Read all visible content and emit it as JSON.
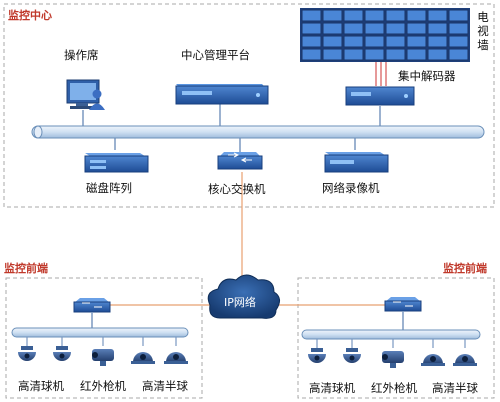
{
  "center": {
    "title": "监控中心",
    "operator_label": "操作席",
    "platform_label": "中心管理平台",
    "video_wall_chars": [
      "电",
      "视",
      "墙"
    ],
    "decoder_label": "集中解码器",
    "disk_label": "磁盘阵列",
    "core_switch_label": "核心交换机",
    "nvr_label": "网络录像机"
  },
  "network": {
    "cloud_label": "IP网络"
  },
  "front_left": {
    "title": "监控前端",
    "labels": [
      "高清球机",
      "红外枪机",
      "高清半球"
    ]
  },
  "front_right": {
    "title": "监控前端",
    "labels": [
      "高清球机",
      "红外枪机",
      "高清半球"
    ]
  },
  "colors": {
    "bus_fill": "#cfe0f2",
    "bus_stroke": "#6a8fb8",
    "link_line": "#e8a070",
    "section_title": "#c0392b",
    "device_blue": "#2f5fa8",
    "cloud": "#1f4f8f"
  }
}
